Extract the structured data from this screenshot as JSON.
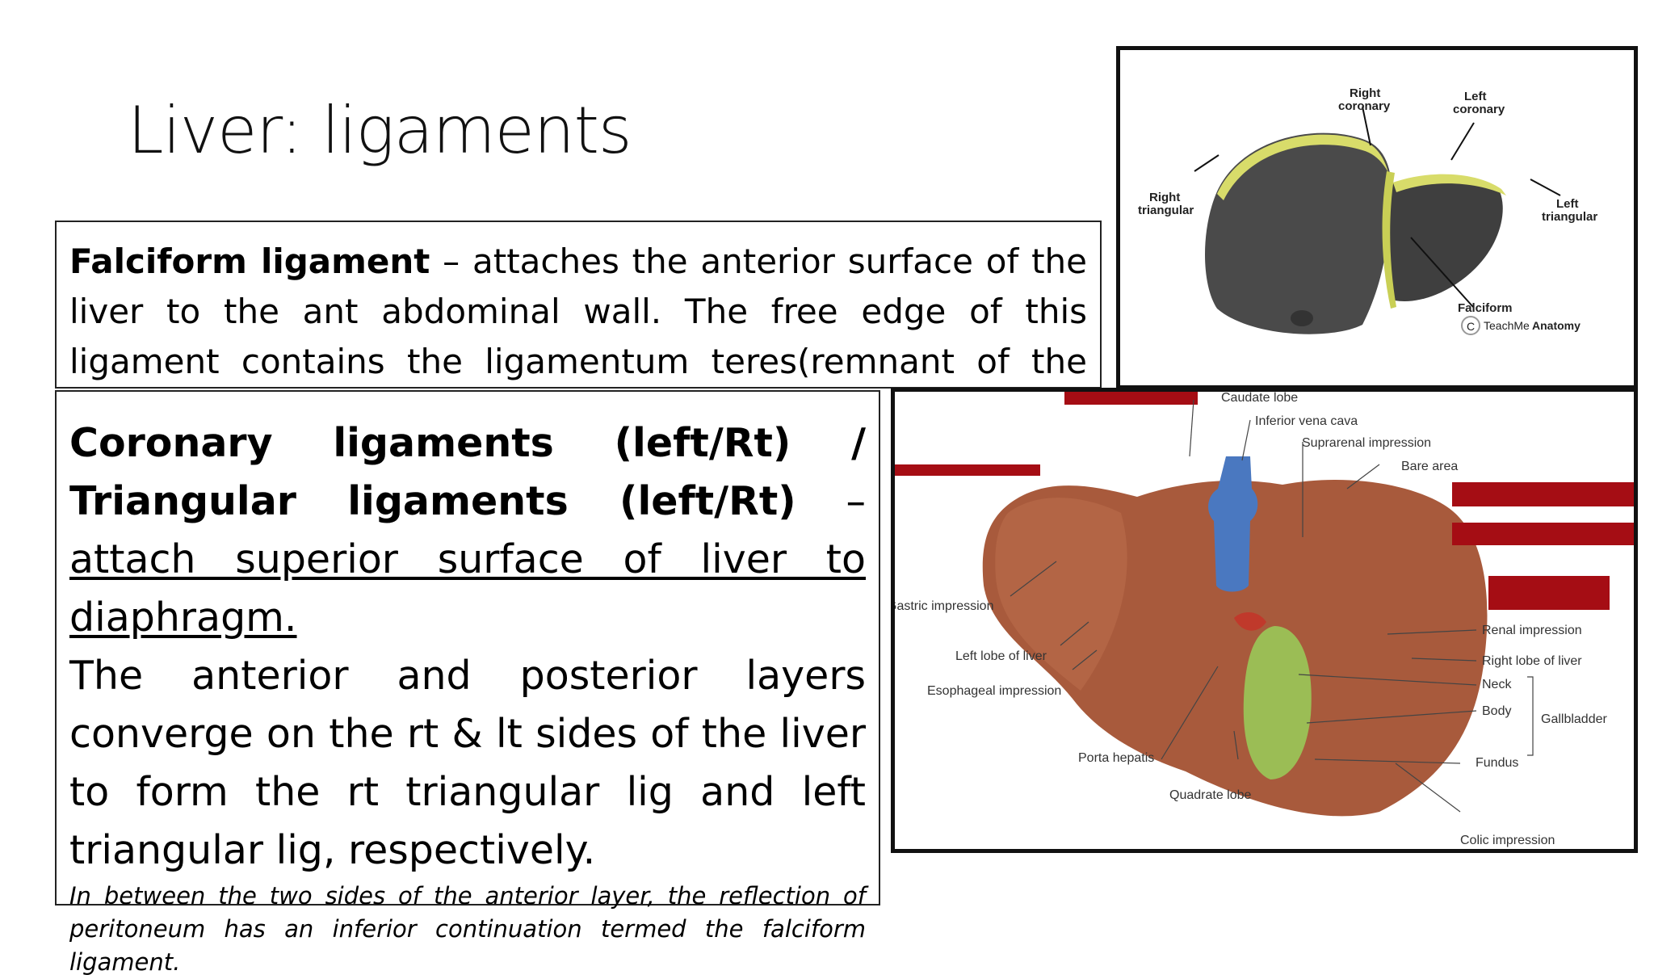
{
  "slide": {
    "title": "Liver: ligaments"
  },
  "falciform_box": {
    "term": "Falciform ligament",
    "text": " – attaches the anterior surface of the liver to the ant abdominal wall. The free edge of this ligament contains the ligamentum teres(remnant of the UV)."
  },
  "coronary_box": {
    "term": "Coronary ligaments (left/Rt) / Triangular ligaments (left/Rt)",
    "dash": " – ",
    "underlined": "attach superior surface of liver to diaphragm.",
    "paragraph": "The anterior and posterior layers converge on the rt & lt sides of the liver to form the rt triangular lig and left triangular lig, respectively.",
    "note": "In between the two sides of the anterior layer, the reflection of peritoneum has an inferior continuation termed the falciform ligament."
  },
  "top_figure": {
    "labels": {
      "right_coronary_1": "Right",
      "right_coronary_2": "coronary",
      "left_coronary_1": "Left",
      "left_coronary_2": "coronary",
      "right_triangular_1": "Right",
      "right_triangular_2": "triangular",
      "left_triangular_1": "Left",
      "left_triangular_2": "triangular",
      "falciform": "Falciform",
      "watermark_a": "TeachMe",
      "watermark_b": "Anatomy",
      "copyright": "C"
    },
    "colors": {
      "liver": "#4a4a4a",
      "ligament": "#d8dc6a"
    }
  },
  "bottom_figure": {
    "labels": {
      "caudate_lobe": "Caudate lobe",
      "inferior_vena_cava": "Inferior vena cava",
      "suprarenal_impression": "Suprarenal impression",
      "bare_area": "Bare area",
      "gastric_impression": "Gastric impression",
      "left_lobe": "Left lobe of liver",
      "esophageal_impression": "Esophageal impression",
      "porta_hepatis": "Porta hepatis",
      "quadrate_lobe": "Quadrate lobe",
      "renal_impression": "Renal impression",
      "right_lobe": "Right lobe of liver",
      "neck": "Neck",
      "body": "Body",
      "fundus": "Fundus",
      "gallbladder": "Gallbladder",
      "colic_impression": "Colic impression"
    },
    "colors": {
      "liver": "#a85a3c",
      "ivc": "#4a78c0",
      "gallbladder": "#9bbd55",
      "redaction": "#a50d14"
    }
  }
}
